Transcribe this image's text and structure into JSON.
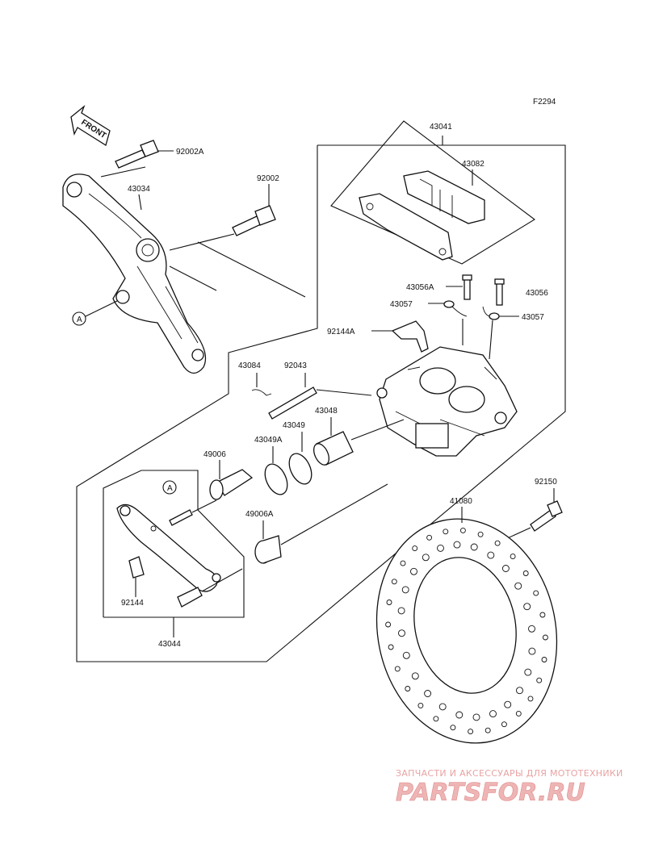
{
  "figure_code": "F2294",
  "front_label": "FRONT",
  "callout_letter": "A",
  "parts": {
    "p43041": "43041",
    "p43082": "43082",
    "p92002A": "92002A",
    "p92002": "92002",
    "p43034": "43034",
    "p43056A": "43056A",
    "p43056": "43056",
    "p43057a": "43057",
    "p43057b": "43057",
    "p92144A": "92144A",
    "p43084": "43084",
    "p92043": "92043",
    "p43048": "43048",
    "p43049": "43049",
    "p43049A": "43049A",
    "p49006": "49006",
    "p49006A": "49006A",
    "p92150": "92150",
    "p41080": "41080",
    "p92144": "92144",
    "p43044": "43044"
  },
  "watermark": {
    "line1": "ЗАПЧАСТИ И АКСЕССУАРЫ ДЛЯ МОТОТЕХНИКИ",
    "line2": "PARTSFOR.RU"
  }
}
